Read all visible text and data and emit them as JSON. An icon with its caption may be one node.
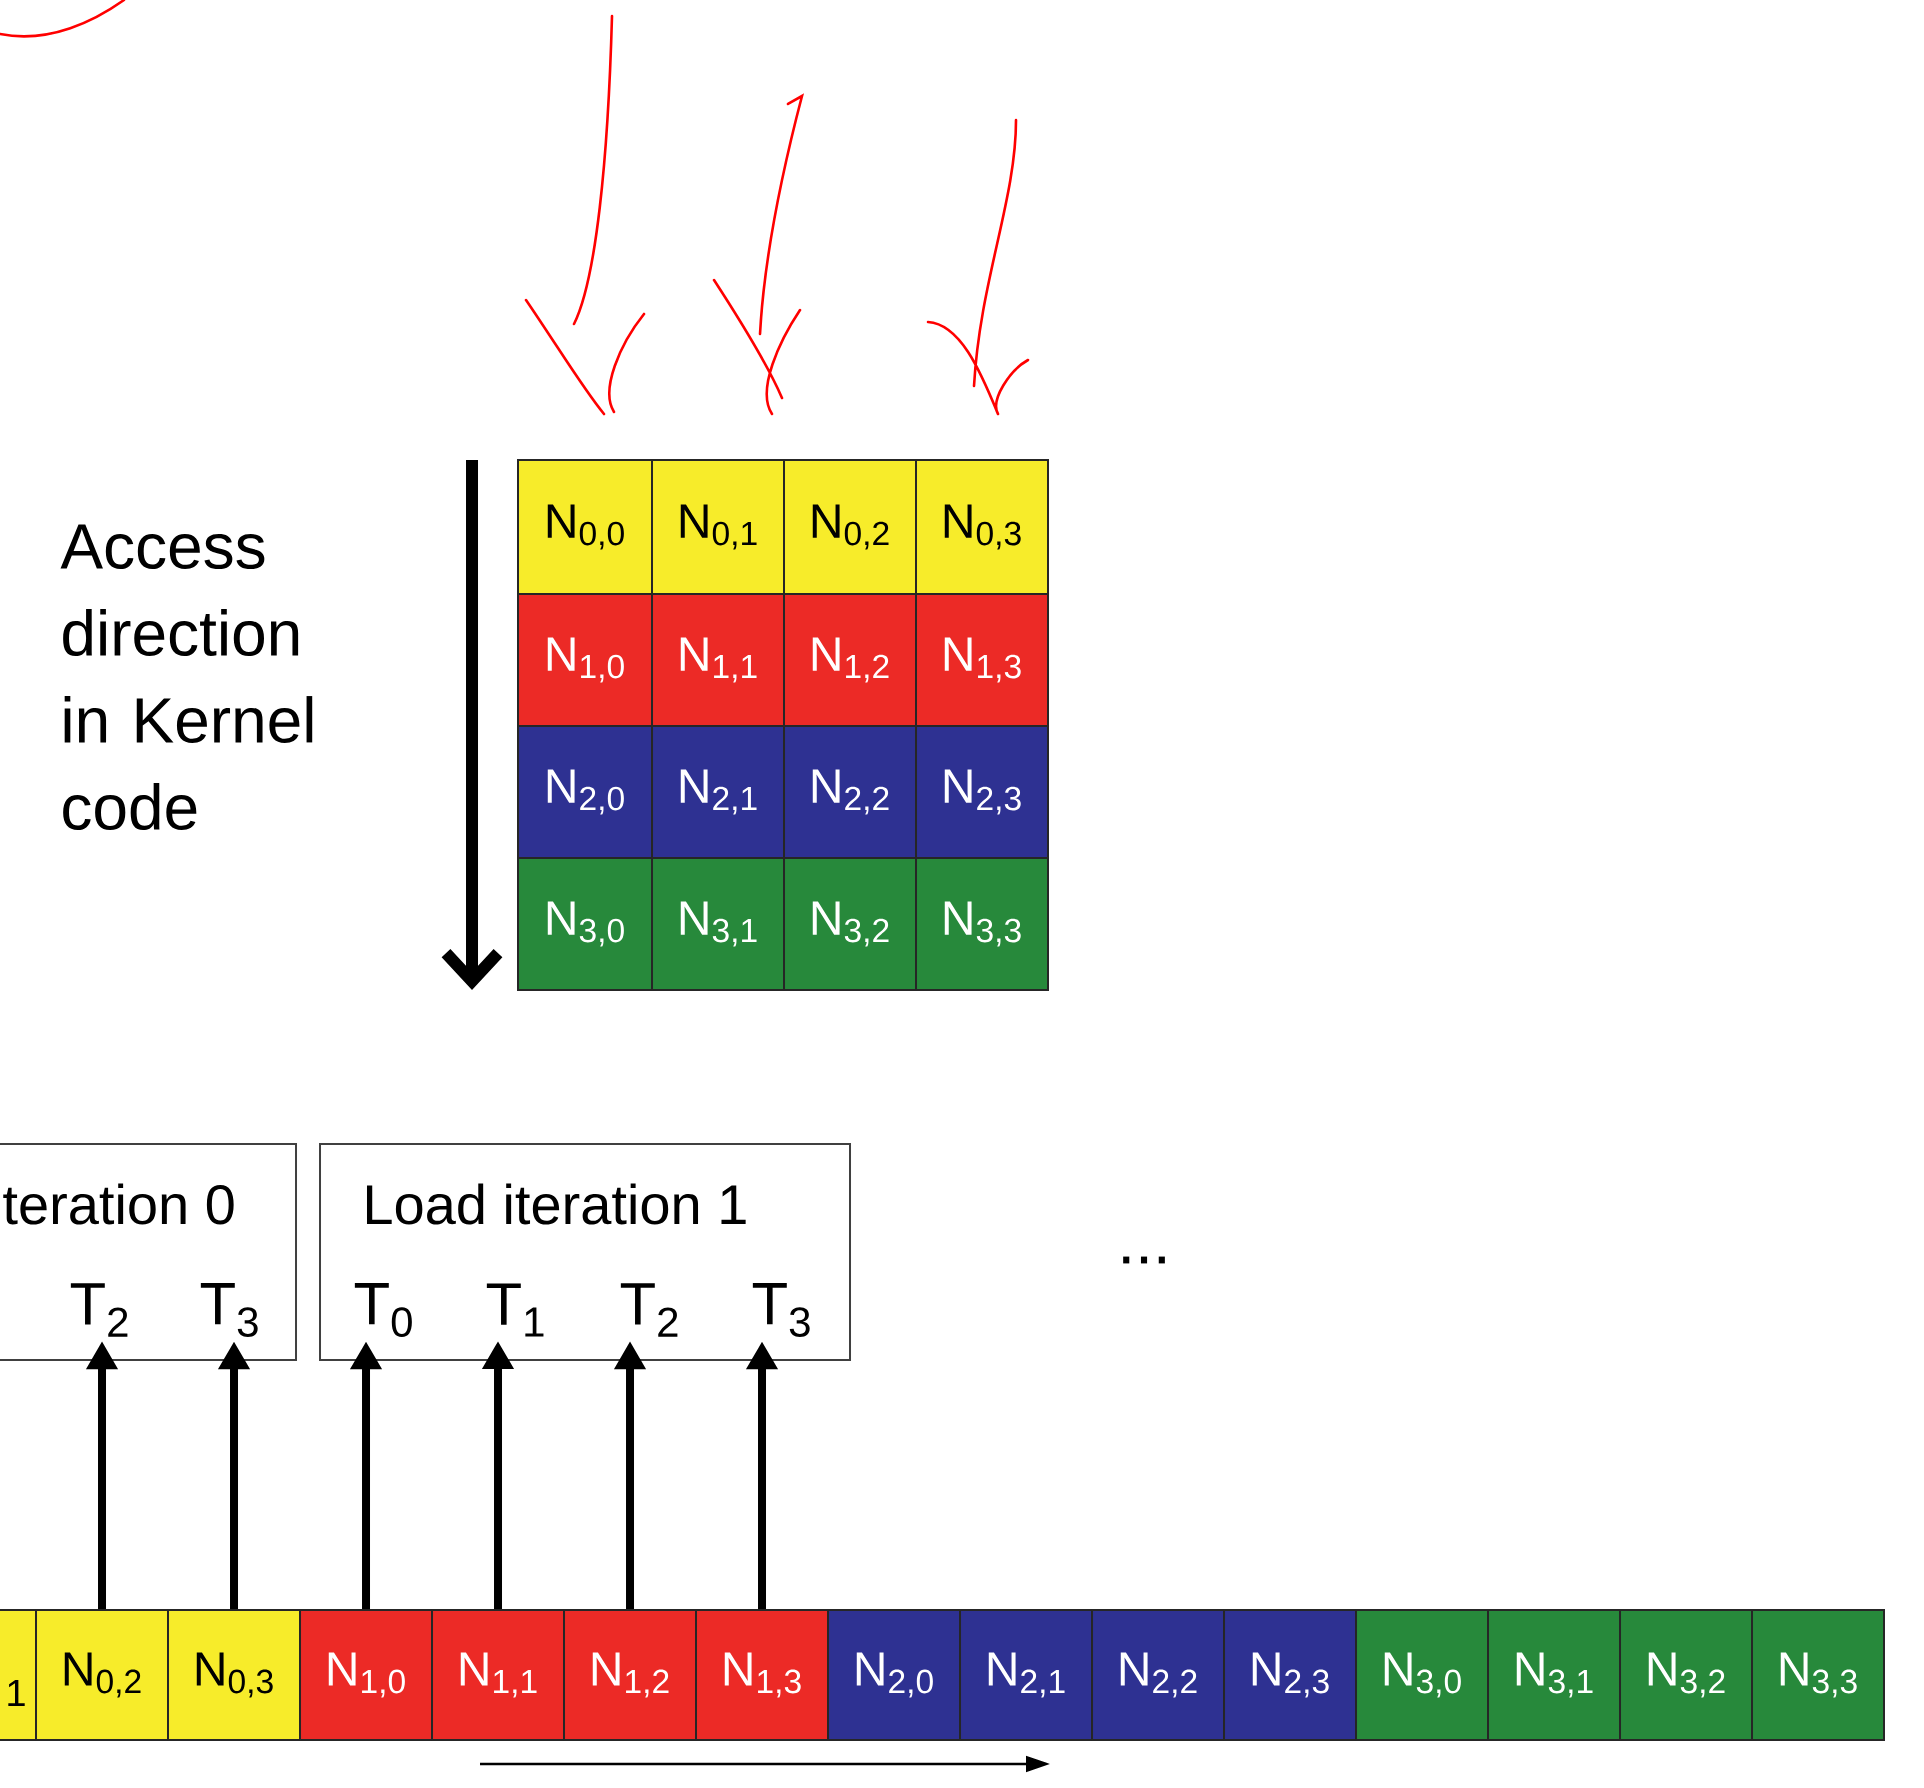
{
  "diagram": {
    "nodes": [
      {
        "text": [
          "N$_{0,0}$"
        ]
      },
      {
        "text": [
          "N$_{0,1}$"
        ]
      },
      {
        "text": [
          "N$_{0,2}$"
        ]
      },
      {
        "text": [
          "N$_{0,3}$"
        ]
      },
      {
        "text": [
          "N$_{1,0}$"
        ]
      },
      {
        "text": [
          "N$_{1,1}$"
        ]
      },
      {
        "text": [
          "N$_{1,2}$"
        ]
      },
      {
        "text": [
          "N$_{1,3}$"
        ]
      },
      {
        "text": [
          "N$_{2,0}$"
        ]
      },
      {
        "text": [
          "N$_{2,1}$"
        ]
      },
      {
        "text": [
          "N$_{2,2}$"
        ]
      },
      {
        "text": [
          "N$_{2,3}$"
        ]
      },
      {
        "text": [
          "N$_{3,0}$"
        ]
      },
      {
        "text": [
          "N$_{3,1}$"
        ]
      },
      {
        "text": [
          "N$_{3,2}$"
        ]
      },
      {
        "text": [
          "N$_{3,3}$"
        ]
      },
      {
        "text": [
          "teration 0"
        ]
      },
      {
        "text": [
          "T$_{2}$"
        ],
        "in": 16
      },
      {
        "text": [
          "T$_{3}$"
        ],
        "in": 16
      },
      {
        "text": [
          "Load iteration 1"
        ]
      },
      {
        "text": [
          "T$_{0}$"
        ],
        "in": 19
      },
      {
        "text": [
          "T$_{1}$"
        ],
        "in": 19
      },
      {
        "text": [
          "T$_{2}$"
        ],
        "in": 19
      },
      {
        "text": [
          "T$_{3}$"
        ],
        "in": 19
      },
      {
        "text": [
          "1"
        ]
      },
      {
        "text": [
          "N$_{0,2}$"
        ]
      },
      {
        "text": [
          "N$_{0,3}$"
        ]
      },
      {
        "text": [
          "N$_{1,0}$"
        ]
      },
      {
        "text": [
          "N$_{1,1}$"
        ]
      },
      {
        "text": [
          "N$_{1,2}$"
        ]
      },
      {
        "text": [
          "N$_{1,3}$"
        ]
      },
      {
        "text": [
          "N$_{2,0}$"
        ]
      },
      {
        "text": [
          "N$_{2,1}$"
        ]
      },
      {
        "text": [
          "N$_{2,2}$"
        ]
      },
      {
        "text": [
          "N$_{2,3}$"
        ]
      },
      {
        "text": [
          "N$_{3,0}$"
        ]
      },
      {
        "text": [
          "N$_{3,1}$"
        ]
      },
      {
        "text": [
          "N$_{3,2}$"
        ]
      },
      {
        "text": [
          "N$_{3,3}$"
        ]
      }
    ],
    "edges": [
      {
        "from": 25,
        "to": 17,
        "arrow": "to"
      },
      {
        "from": 26,
        "to": 18,
        "arrow": "to"
      },
      {
        "from": 27,
        "to": 20,
        "arrow": "to"
      },
      {
        "from": 28,
        "to": 21,
        "arrow": "to"
      },
      {
        "from": 29,
        "to": 22,
        "arrow": "to"
      },
      {
        "from": 30,
        "to": 23,
        "arrow": "to"
      }
    ],
    "labels": [
      "Access direction in Kernel code",
      "..."
    ]
  }
}
